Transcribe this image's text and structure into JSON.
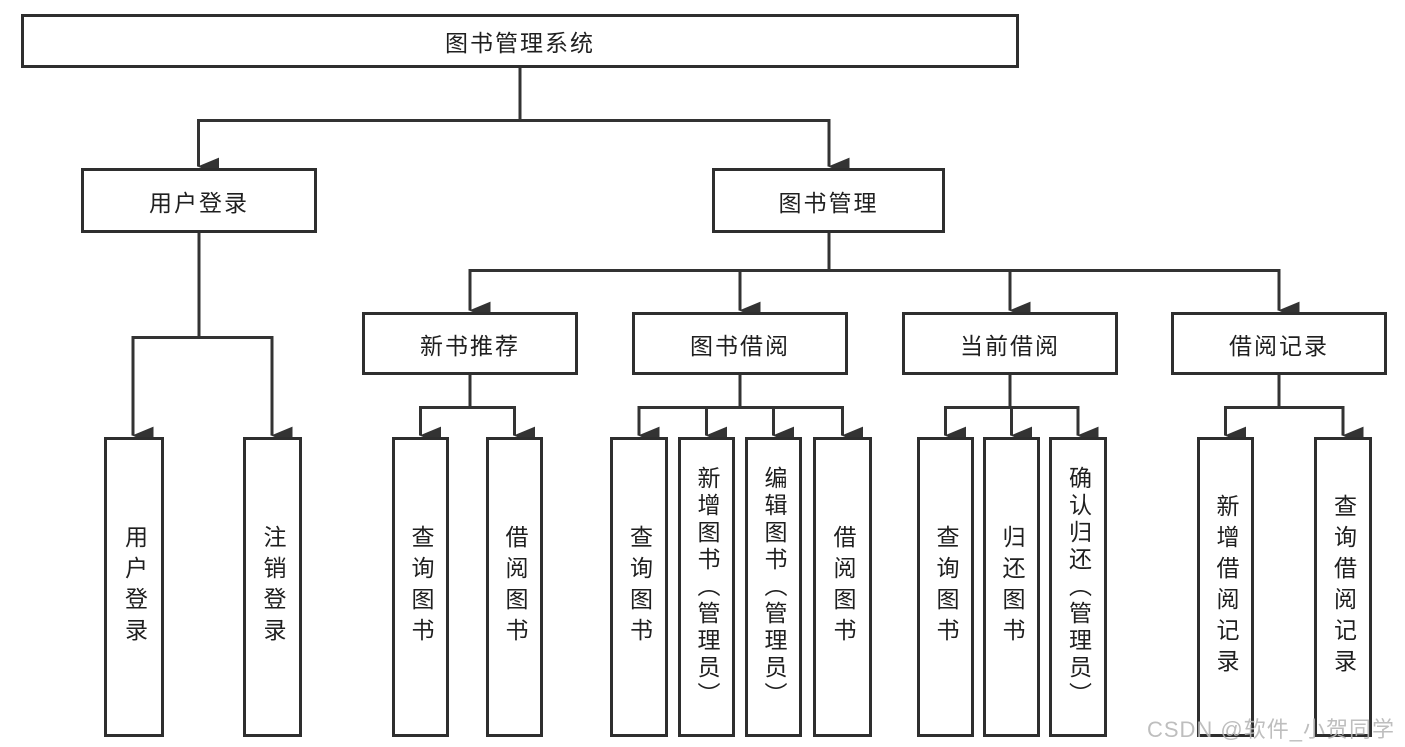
{
  "diagram": {
    "root": {
      "label": "图书管理系统"
    },
    "login": {
      "label": "用户登录",
      "children": [
        {
          "label": "用户登录"
        },
        {
          "label": "注销登录"
        }
      ]
    },
    "management": {
      "label": "图书管理",
      "groups": [
        {
          "label": "新书推荐",
          "children": [
            {
              "label": "查询图书"
            },
            {
              "label": "借阅图书"
            }
          ]
        },
        {
          "label": "图书借阅",
          "children": [
            {
              "label": "查询图书"
            },
            {
              "label": "新增图书（管理员）"
            },
            {
              "label": "编辑图书（管理员）"
            },
            {
              "label": "借阅图书"
            }
          ]
        },
        {
          "label": "当前借阅",
          "children": [
            {
              "label": "查询图书"
            },
            {
              "label": "归还图书"
            },
            {
              "label": "确认归还（管理员）"
            }
          ]
        },
        {
          "label": "借阅记录",
          "children": [
            {
              "label": "新增借阅记录"
            },
            {
              "label": "查询借阅记录"
            }
          ]
        }
      ]
    }
  },
  "watermark": "CSDN @软件_小贺同学",
  "colors": {
    "line": "#333333",
    "border": "#2e2e2e",
    "text": "#1f1f1f",
    "watermark": "#b7b7b7",
    "background": "#ffffff"
  }
}
